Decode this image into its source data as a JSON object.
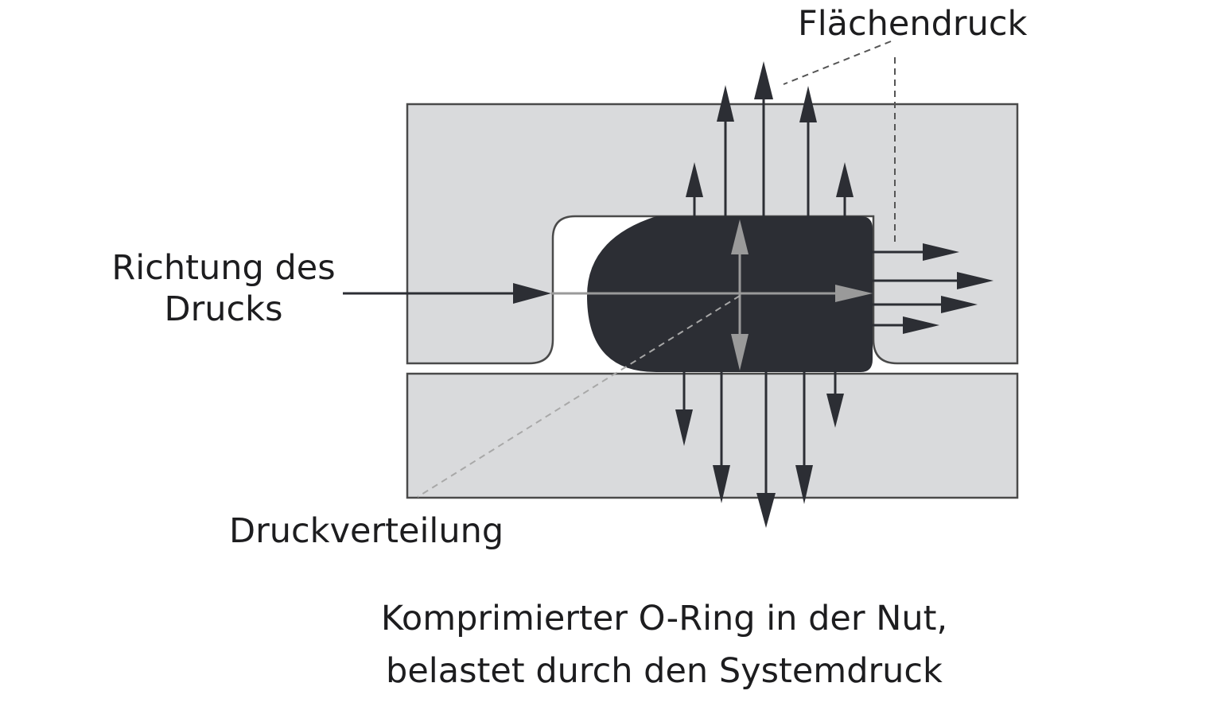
{
  "labels": {
    "surface_pressure": "Flächendruck",
    "pressure_direction_line1": "Richtung des",
    "pressure_direction_line2": "Drucks",
    "pressure_distribution": "Druckverteilung"
  },
  "caption": {
    "line1": "Komprimierter O-Ring in der Nut,",
    "line2": "belastet durch den Systemdruck"
  },
  "colors": {
    "housing_fill": "#d9dadc",
    "housing_stroke": "#4a4a4a",
    "oring_fill": "#2c2e34",
    "arrow_dark": "#2c2e34",
    "arrow_light": "#9a9a9a",
    "leader_dark": "#555555",
    "leader_light": "#a8a8a8"
  }
}
